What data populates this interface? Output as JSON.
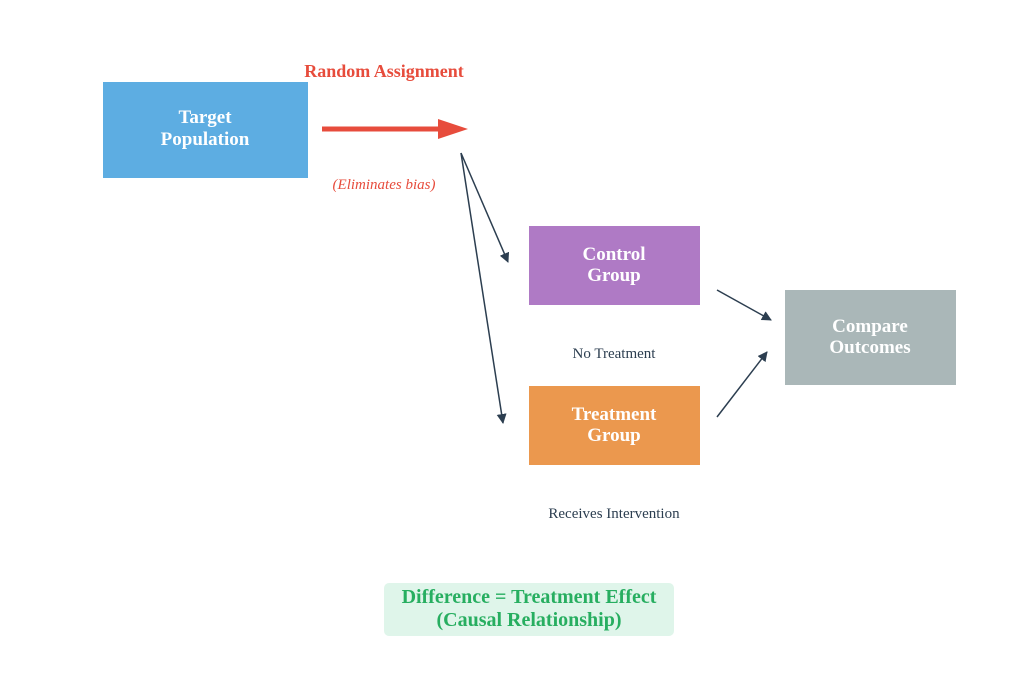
{
  "title": "Random Assignment",
  "subtitle": "(Eliminates bias)",
  "nodes": {
    "population": {
      "line1": "Target",
      "line2": "Population",
      "color": "#5dade2"
    },
    "control": {
      "line1": "Control",
      "line2": "Group",
      "caption": "No Treatment",
      "color": "#af7ac5"
    },
    "treatment": {
      "line1": "Treatment",
      "line2": "Group",
      "caption": "Receives Intervention",
      "color": "#eb984e"
    },
    "compare": {
      "line1": "Compare",
      "line2": "Outcomes",
      "color": "#aab7b8"
    }
  },
  "result": {
    "line1": "Difference = Treatment Effect",
    "line2": "(Causal Relationship)",
    "color": "#27ae60",
    "background": "#dff5ea"
  },
  "colors": {
    "accent": "#e74c3c",
    "arrow": "#2c3e50"
  }
}
